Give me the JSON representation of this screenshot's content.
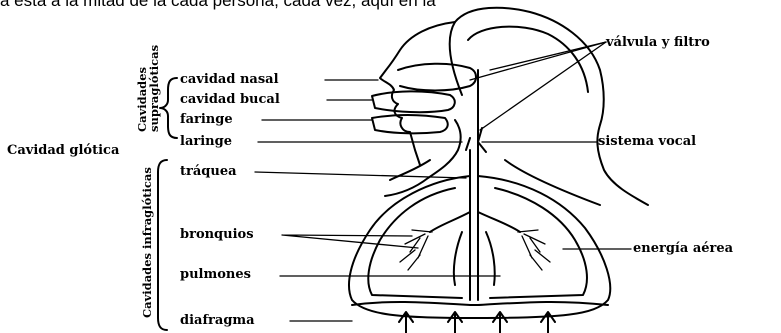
{
  "header_fragment": "a esta a la mitad de la cada persona, cada vez, aquí en la",
  "labels": {
    "cavidad_nasal": "cavidad nasal",
    "cavidad_bucal": "cavidad bucal",
    "faringe": "faringe",
    "laringe": "laringe",
    "cavidad_glotica": "Cavidad glótica",
    "traquea": "tráquea",
    "bronquios": "bronquios",
    "pulmones": "pulmones",
    "diafragma": "diafragma",
    "valvula_filtro": "válvula y filtro",
    "sistema_vocal": "sistema vocal",
    "energia_aerea": "energía aérea"
  },
  "group_labels": {
    "supraglotica_1": "Cavidades",
    "supraglotica_2": "supraglóticas",
    "infraglotica": "Cavidades infraglóticas"
  },
  "arrow_count": 4
}
